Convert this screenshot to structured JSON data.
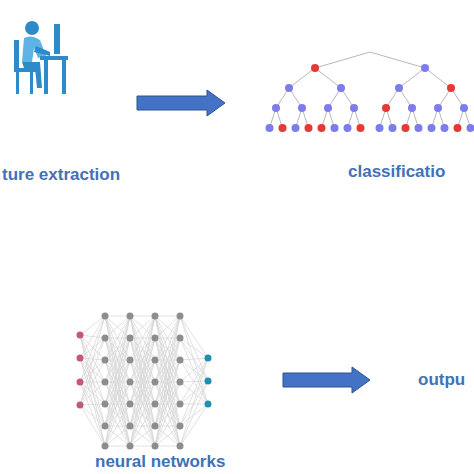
{
  "diagram": {
    "nodes": [
      {
        "text": [
          "ture extraction"
        ]
      },
      {
        "text": [
          "classificatio"
        ]
      },
      {
        "text": [
          "neural networks"
        ]
      },
      {
        "text": [
          "outpu"
        ]
      }
    ],
    "edges": [
      {
        "from": 0,
        "to": 1,
        "arrow": "to"
      },
      {
        "from": 2,
        "to": 3,
        "arrow": "to"
      }
    ]
  }
}
